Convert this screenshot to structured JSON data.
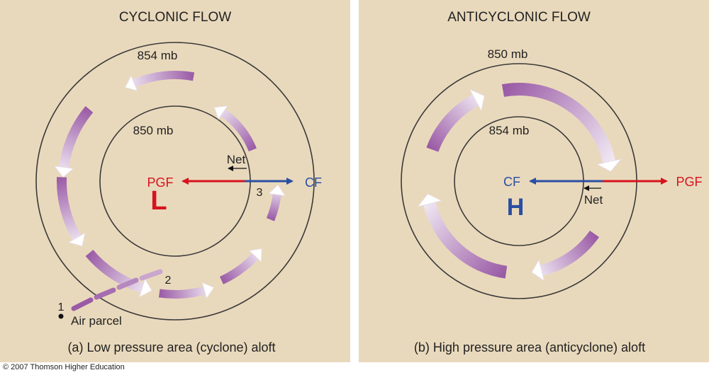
{
  "colors": {
    "panel_bg": "#E9D9BC",
    "circle_stroke": "#3a3a3a",
    "arrow_purple": "#9A5BA6",
    "arrow_light": "#F4EEF6",
    "pgf_red": "#D7131E",
    "cf_blue": "#2A4FA3",
    "label_L": "#D7131E",
    "label_H": "#2A4FA3"
  },
  "left_panel": {
    "title": "CYCLONIC FLOW",
    "outer_isobar": "854 mb",
    "inner_isobar": "850 mb",
    "center_letter": "L",
    "pgf_label": "PGF",
    "cf_label": "CF",
    "net_label": "Net",
    "point_1": "1",
    "point_2": "2",
    "point_3": "3",
    "air_parcel_label": "Air parcel",
    "caption": "(a) Low pressure area (cyclone) aloft"
  },
  "right_panel": {
    "title": "ANTICYCLONIC FLOW",
    "outer_isobar": "850 mb",
    "inner_isobar": "854 mb",
    "center_letter": "H",
    "pgf_label": "PGF",
    "cf_label": "CF",
    "net_label": "Net",
    "caption": "(b) High pressure area (anticyclone) aloft"
  },
  "copyright": "© 2007 Thomson Higher Education"
}
